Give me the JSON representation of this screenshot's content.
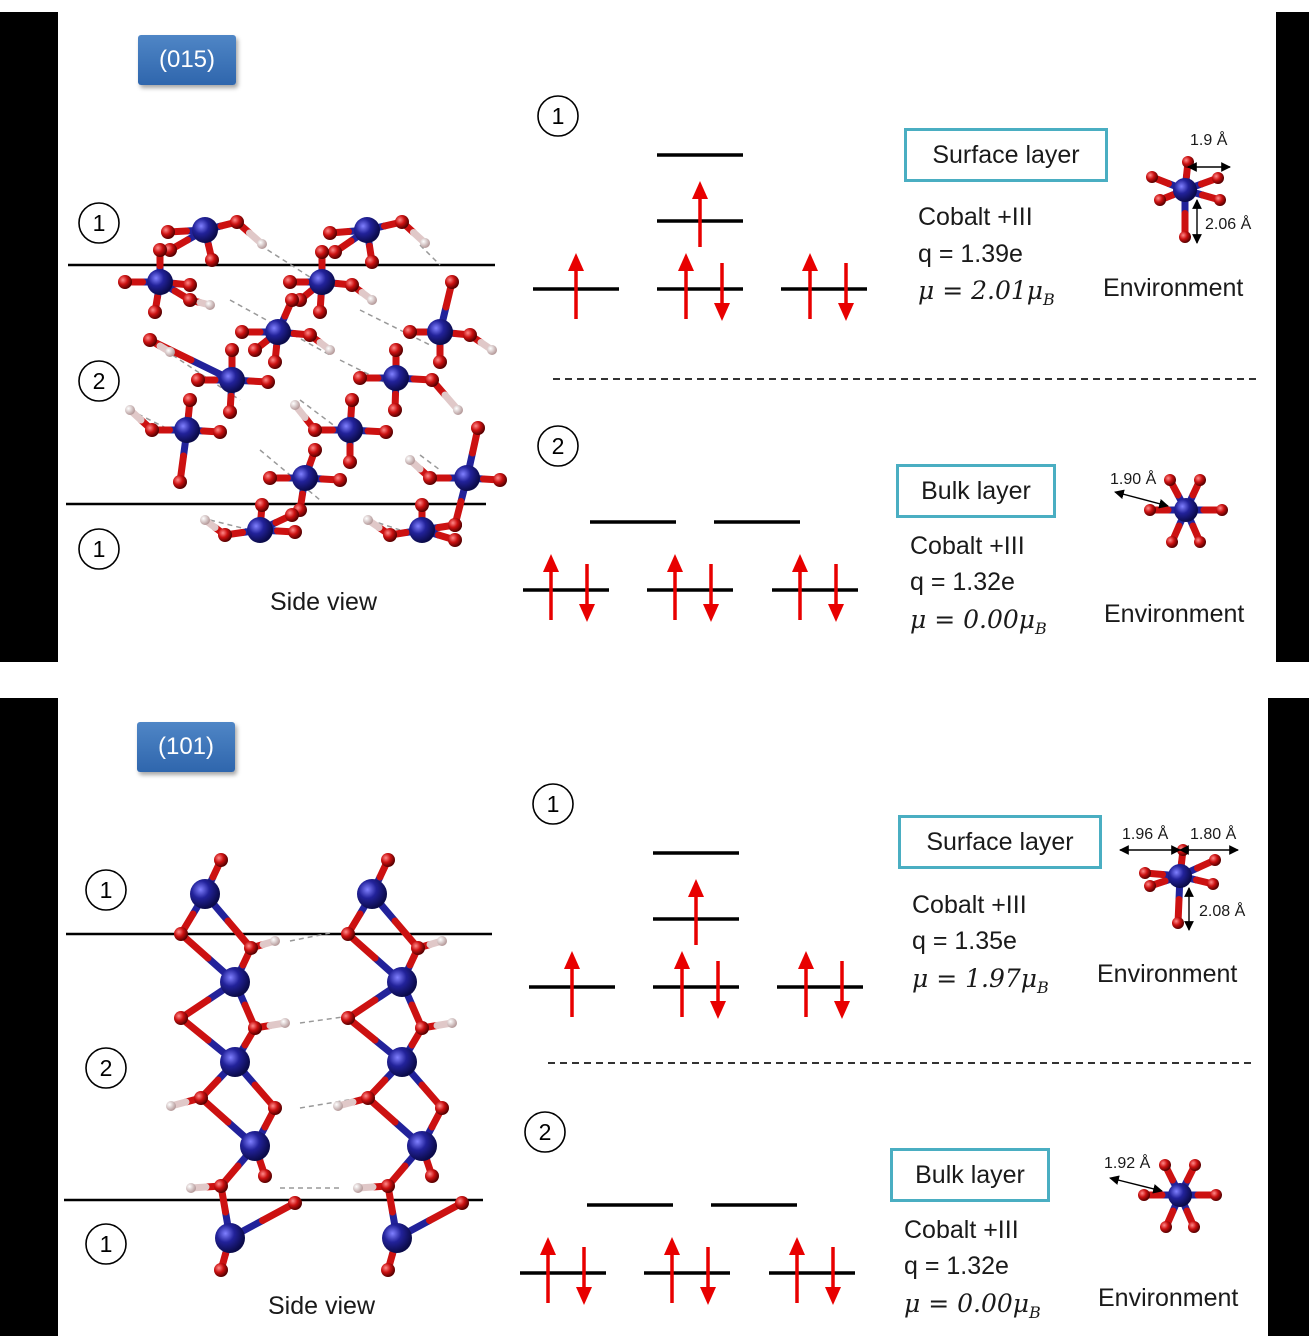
{
  "panels": [
    {
      "facet": "(015)",
      "side_view": "Side view",
      "layer_numbers": [
        "1",
        "2",
        "1"
      ],
      "surface": {
        "number": "1",
        "title": "Surface layer",
        "oxidation": "Cobalt +III",
        "charge": "q = 1.39e",
        "mu_prefix": "μ = ",
        "mu_value": "2.01μ",
        "mu_sub": "B",
        "env_label": "Environment",
        "bond_labels": [
          "1.9 Å",
          "2.06 Å"
        ]
      },
      "bulk": {
        "number": "2",
        "title": "Bulk layer",
        "oxidation": "Cobalt +III",
        "charge": "q = 1.32e",
        "mu_prefix": "μ = ",
        "mu_value": "0.00μ",
        "mu_sub": "B",
        "env_label": "Environment",
        "bond_labels": [
          "1.90 Å"
        ]
      }
    },
    {
      "facet": "(101)",
      "side_view": "Side view",
      "layer_numbers": [
        "1",
        "2",
        "1"
      ],
      "surface": {
        "number": "1",
        "title": "Surface layer",
        "oxidation": "Cobalt +III",
        "charge": "q = 1.35e",
        "mu_prefix": "μ = ",
        "mu_value": "1.97μ",
        "mu_sub": "B",
        "env_label": "Environment",
        "bond_labels": [
          "1.96 Å",
          "1.80 Å",
          "2.08 Å"
        ]
      },
      "bulk": {
        "number": "2",
        "title": "Bulk layer",
        "oxidation": "Cobalt +III",
        "charge": "q = 1.32e",
        "mu_prefix": "μ = ",
        "mu_value": "0.00μ",
        "mu_sub": "B",
        "env_label": "Environment",
        "bond_labels": [
          "1.92 Å"
        ]
      }
    }
  ],
  "colors": {
    "cobalt": "#22229a",
    "oxygen": "#cc1111",
    "hydrogen": "#e8d8d8",
    "spin_arrow": "#e80000",
    "box_border": "#4aaec2",
    "tag_bg": "#3a72b8"
  }
}
